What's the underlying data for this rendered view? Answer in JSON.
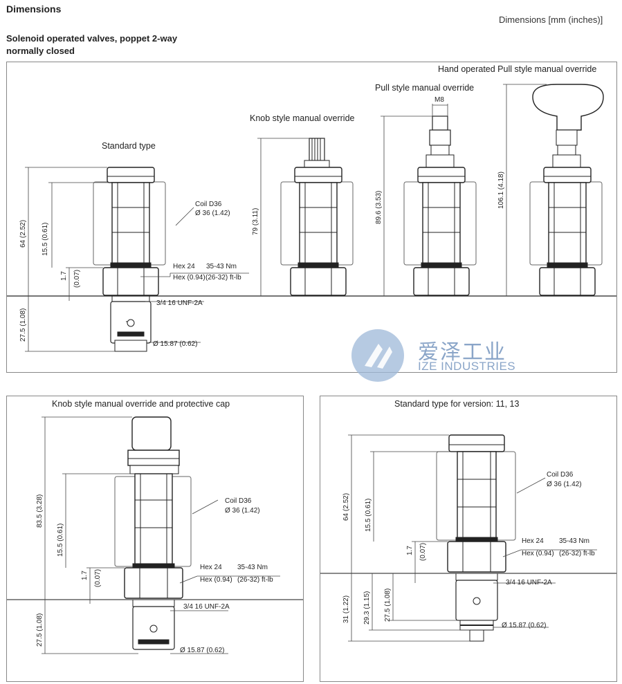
{
  "heading": "Dimensions",
  "units_note": "Dimensions [mm (inches)]",
  "subtitle_line1": "Solenoid operated valves, poppet 2-way",
  "subtitle_line2": "normally closed",
  "top_panel": {
    "captions": {
      "standard": "Standard type",
      "knob": "Knob style manual override",
      "pull": "Pull style manual override",
      "hand": "Hand operated Pull style manual override"
    },
    "labels": {
      "coil": "Coil D36",
      "coil_dia": "Ø 36 (1.42)",
      "hex": "Hex 24",
      "hex_in": "Hex (0.94)",
      "torque": "35-43 Nm",
      "torque_in": "(26-32) ft-lb",
      "thread": "3/4 16 UNF-2A",
      "dia": "Ø 15.87 (0.62)",
      "m8": "M8",
      "d64": "64 (2.52)",
      "d155": "15.5 (0.61)",
      "d17": "1.7",
      "d007": "(0.07)",
      "d275": "27.5 (1.08)",
      "d79": "79 (3.11)",
      "d896": "89.6 (3.53)",
      "d1061": "106.1 (4.18)"
    }
  },
  "watermark": {
    "cn": "爱泽工业",
    "en": "IZE INDUSTRIES"
  },
  "bottom_left": {
    "caption": "Knob style manual override and protective cap",
    "d835": "83.5 (3.28)"
  },
  "bottom_right": {
    "caption": "Standard type for version: 11, 13",
    "d31": "31 (1.22)",
    "d293": "29.3 (1.15)"
  }
}
